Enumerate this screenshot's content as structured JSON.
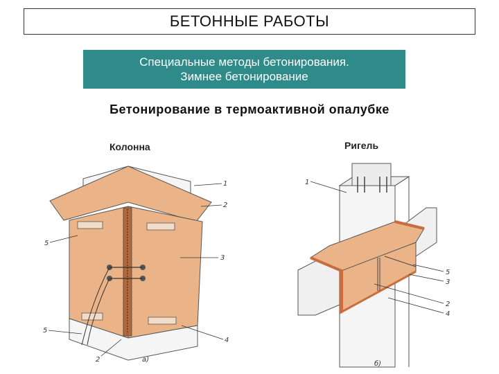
{
  "page": {
    "title": "БЕТОННЫЕ РАБОТЫ",
    "banner_line1": "Специальные методы бетонирования.",
    "banner_line2": "Зимнее  бетонирование",
    "subtitle": "Бетонирование в термоактивной опалубке"
  },
  "diagram": {
    "left_label": "Колонна",
    "right_label": "Ригель",
    "left_caption": "а)",
    "right_caption": "б)",
    "left_callouts": [
      "1",
      "2",
      "3",
      "4",
      "5",
      "5",
      "2"
    ],
    "right_callouts": [
      "1",
      "5",
      "3",
      "2",
      "4"
    ]
  },
  "colors": {
    "banner": "#2f8a8a",
    "formwork": "#eab488",
    "formwork_dark": "#c96d3f",
    "concrete": "#f2f2f2"
  }
}
